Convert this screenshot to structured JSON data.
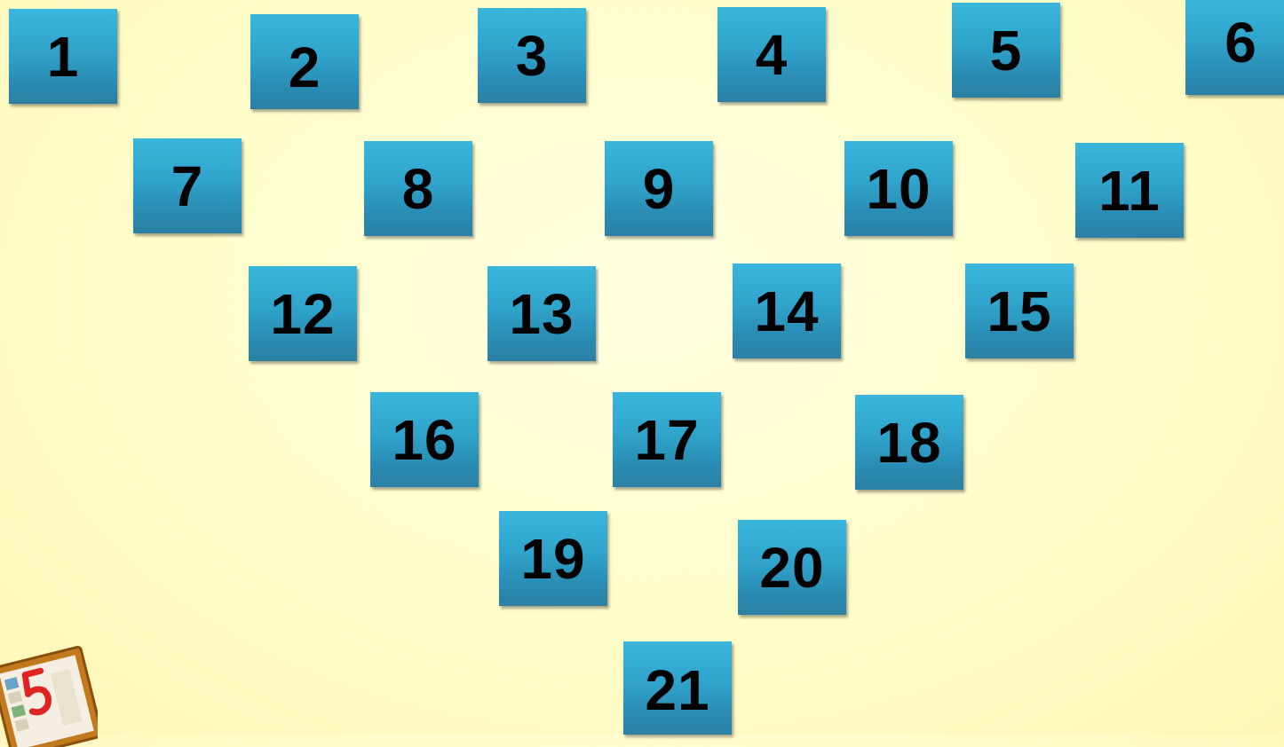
{
  "tiles": [
    {
      "label": "1"
    },
    {
      "label": "2"
    },
    {
      "label": "3"
    },
    {
      "label": "4"
    },
    {
      "label": "5"
    },
    {
      "label": "6"
    },
    {
      "label": "7"
    },
    {
      "label": "8"
    },
    {
      "label": "9"
    },
    {
      "label": "10"
    },
    {
      "label": "11"
    },
    {
      "label": "12"
    },
    {
      "label": "13"
    },
    {
      "label": "14"
    },
    {
      "label": "15"
    },
    {
      "label": "16"
    },
    {
      "label": "17"
    },
    {
      "label": "18"
    },
    {
      "label": "19"
    },
    {
      "label": "20"
    },
    {
      "label": "21"
    }
  ],
  "colors": {
    "background": "#fffdc9",
    "tile_top": "#3ab6dc",
    "tile_bottom": "#2a7fa4",
    "tile_text": "#000000"
  },
  "corner_image": {
    "icon": "calendar-number-icon"
  }
}
